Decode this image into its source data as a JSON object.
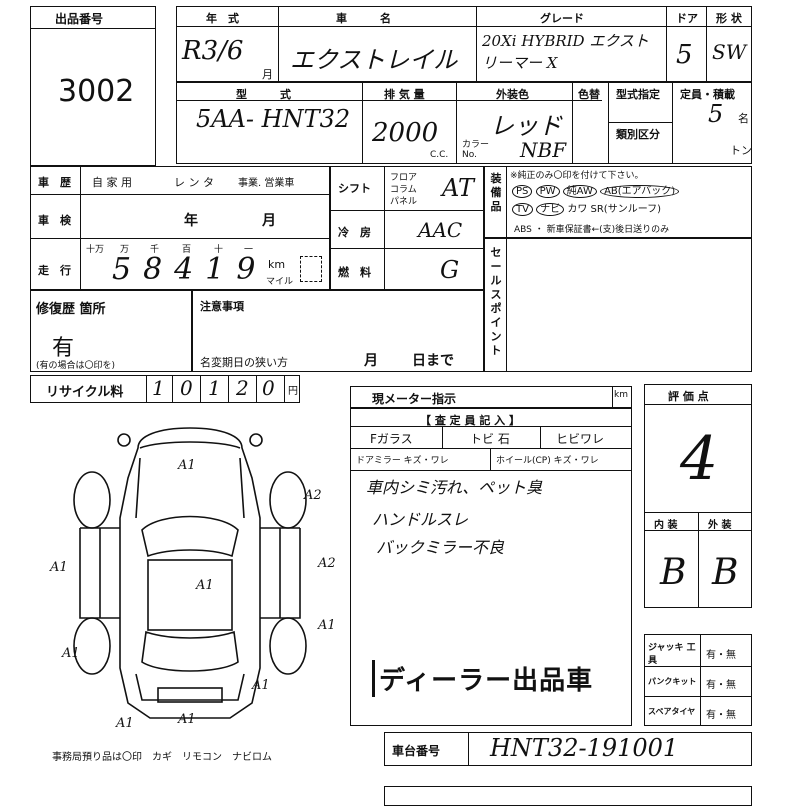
{
  "lot": {
    "label": "出品番号",
    "number": "3002"
  },
  "header": {
    "year_label": "年　式",
    "name_label": "車　　　名",
    "grade_label": "グレード",
    "doors_label": "ドア",
    "shape_label": "形 状",
    "year_hw": "R3/6",
    "month": "月",
    "name_hw": "エクストレイル",
    "grade_hw": "20Xi HYBRID エクストリーマー X",
    "doors_hw": "5",
    "shape_hw": "SW"
  },
  "row2": {
    "model_label": "型　　　式",
    "disp_label": "排 気 量",
    "color_label": "外装色",
    "color2_label": "色替",
    "type_designation_label": "型式指定",
    "category_label": "類別区分",
    "capacity_label": "定員・積載",
    "person": "名",
    "ton": "トン",
    "cc": "C.C.",
    "color_no_label": "カラー No.",
    "model_hw": "5AA- HNT32",
    "disp_hw": "2000",
    "color_hw": "レッド",
    "color_code_hw": "NBF",
    "capacity_hw": "5"
  },
  "history": {
    "label": "車　歴",
    "opts": [
      "自 家 用",
      "レ ン タ",
      "事業. 営業車"
    ],
    "inspection_label": "車　検",
    "year": "年",
    "month": "月",
    "mileage_label": "走　行",
    "digit_labels": [
      "十万",
      "万",
      "千",
      "百",
      "十",
      "一"
    ],
    "km": "km",
    "mile": "マイル",
    "mileage_hw": "58419"
  },
  "shift": {
    "label": "シフト",
    "opts": [
      "フロア",
      "コラム",
      "パネル"
    ],
    "shift_hw": "AT",
    "ac_label": "冷　房",
    "ac_hw": "AAC",
    "fuel_label": "燃　料",
    "fuel_hw": "G"
  },
  "equipment": {
    "label": "装備品",
    "note": "※純正のみ〇印を付けて下さい。",
    "row1": [
      "PS",
      "PW",
      "純AW",
      "AB(エアバック)"
    ],
    "row2": [
      "TV",
      "ナビ",
      "カワ",
      "SR(サンルーフ)"
    ],
    "row3": "ABS ・ 新車保証書←(支)後日送りのみ"
  },
  "sales_point": {
    "label": "セールスポイント"
  },
  "repair": {
    "label": "修復歴 箇所",
    "value": "有",
    "note": "(有の場合は〇印を)"
  },
  "notes": {
    "label": "注意事項",
    "expiry": "名変期日の狭い方",
    "month": "月",
    "day": "日まで"
  },
  "recycle": {
    "label": "リサイクル料",
    "digits": [
      "1",
      "0",
      "1",
      "2",
      "0"
    ],
    "yen": "円"
  },
  "meter": {
    "label": "現メーター指示",
    "km": "km"
  },
  "inspector": {
    "label": "【 査 定 員 記 入 】",
    "fglass": "Fガラス",
    "chip": "トビ 石",
    "crack": "ヒビワレ",
    "mirror": "ドアミラー キズ・ワレ",
    "wheel": "ホイール(CP) キズ・ワレ",
    "comments": [
      "車内シミ汚れ、ペット臭",
      "ハンドルスレ",
      "バックミラー不良"
    ],
    "dealer_stamp": "ディーラー出品車"
  },
  "score": {
    "label": "評 価 点",
    "value": "4",
    "interior_label": "内 装",
    "exterior_label": "外 装",
    "interior": "B",
    "exterior": "B"
  },
  "accessories": {
    "rows": [
      {
        "label": "ジャッキ 工具",
        "val": "有・無"
      },
      {
        "label": "パンクキット",
        "val": "有・無"
      },
      {
        "label": "スペアタイヤ",
        "val": "有・無"
      }
    ]
  },
  "diagram": {
    "marks": [
      "A1",
      "A1",
      "A1",
      "A2",
      "A2",
      "A1",
      "A1",
      "A1",
      "A1",
      "A1"
    ],
    "footer": "事務局預り品は〇印　カギ　リモコン　ナビロム"
  },
  "chassis": {
    "label": "車台番号",
    "value": "HNT32-191001"
  }
}
